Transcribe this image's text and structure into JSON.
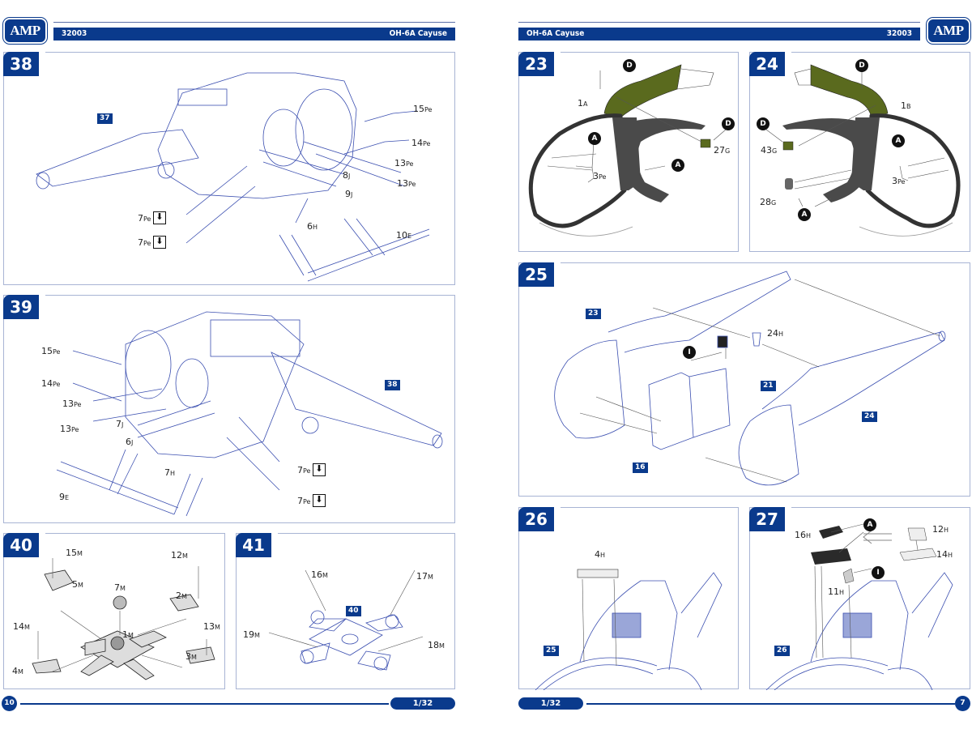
{
  "left_page": {
    "logo": "AMP",
    "header": {
      "kit_number": "32003",
      "model_name": "OH-6A Cayuse"
    },
    "page_number": "10",
    "scale": "1/32",
    "steps": [
      {
        "number": "38",
        "reference": "37",
        "parts": [
          {
            "num": "15",
            "sprue": "Pe"
          },
          {
            "num": "14",
            "sprue": "Pe"
          },
          {
            "num": "13",
            "sprue": "Pe"
          },
          {
            "num": "13",
            "sprue": "Pe"
          },
          {
            "num": "8",
            "sprue": "J"
          },
          {
            "num": "9",
            "sprue": "J"
          },
          {
            "num": "6",
            "sprue": "H"
          },
          {
            "num": "10",
            "sprue": "E"
          },
          {
            "num": "7",
            "sprue": "Pe",
            "note": "bend-down"
          },
          {
            "num": "7",
            "sprue": "Pe",
            "note": "bend-down"
          }
        ]
      },
      {
        "number": "39",
        "reference": "38",
        "parts": [
          {
            "num": "15",
            "sprue": "Pe"
          },
          {
            "num": "14",
            "sprue": "Pe"
          },
          {
            "num": "13",
            "sprue": "Pe"
          },
          {
            "num": "13",
            "sprue": "Pe"
          },
          {
            "num": "7",
            "sprue": "J"
          },
          {
            "num": "6",
            "sprue": "J"
          },
          {
            "num": "7",
            "sprue": "H"
          },
          {
            "num": "9",
            "sprue": "E"
          },
          {
            "num": "7",
            "sprue": "Pe",
            "note": "bend-down"
          },
          {
            "num": "7",
            "sprue": "Pe",
            "note": "bend-down"
          }
        ]
      },
      {
        "number": "40",
        "parts": [
          {
            "num": "15",
            "sprue": "M"
          },
          {
            "num": "5",
            "sprue": "M"
          },
          {
            "num": "7",
            "sprue": "M"
          },
          {
            "num": "12",
            "sprue": "M"
          },
          {
            "num": "2",
            "sprue": "M"
          },
          {
            "num": "14",
            "sprue": "M"
          },
          {
            "num": "1",
            "sprue": "M"
          },
          {
            "num": "13",
            "sprue": "M"
          },
          {
            "num": "4",
            "sprue": "M"
          },
          {
            "num": "3",
            "sprue": "M"
          }
        ]
      },
      {
        "number": "41",
        "reference": "40",
        "parts": [
          {
            "num": "16",
            "sprue": "M"
          },
          {
            "num": "17",
            "sprue": "M"
          },
          {
            "num": "19",
            "sprue": "M"
          },
          {
            "num": "18",
            "sprue": "M"
          }
        ]
      }
    ]
  },
  "right_page": {
    "logo": "AMP",
    "header": {
      "model_name": "OH-6A Cayuse",
      "kit_number": "32003"
    },
    "page_number": "7",
    "scale": "1/32",
    "steps": [
      {
        "number": "23",
        "parts": [
          {
            "num": "1",
            "sprue": "A"
          },
          {
            "num": "27",
            "sprue": "G"
          },
          {
            "num": "3",
            "sprue": "Pe"
          }
        ],
        "callouts": [
          "D",
          "D",
          "A",
          "A"
        ]
      },
      {
        "number": "24",
        "parts": [
          {
            "num": "1",
            "sprue": "B"
          },
          {
            "num": "43",
            "sprue": "G"
          },
          {
            "num": "28",
            "sprue": "G"
          },
          {
            "num": "3",
            "sprue": "Pe"
          }
        ],
        "callouts": [
          "D",
          "D",
          "A",
          "A"
        ]
      },
      {
        "number": "25",
        "references": [
          "23",
          "21",
          "24",
          "16"
        ],
        "parts": [
          {
            "num": "24",
            "sprue": "H"
          }
        ],
        "callouts": [
          "I"
        ]
      },
      {
        "number": "26",
        "reference": "25",
        "parts": [
          {
            "num": "4",
            "sprue": "H"
          }
        ]
      },
      {
        "number": "27",
        "reference": "26",
        "parts": [
          {
            "num": "16",
            "sprue": "H"
          },
          {
            "num": "12",
            "sprue": "H"
          },
          {
            "num": "14",
            "sprue": "H"
          },
          {
            "num": "11",
            "sprue": "H"
          }
        ],
        "callouts": [
          "A",
          "I"
        ]
      }
    ]
  },
  "colors": {
    "brand_blue": "#0a3a8c",
    "line_blue": "#3b4fb0",
    "olive_drab": "#5a6a1e",
    "dark_gray": "#4a4a4a"
  }
}
